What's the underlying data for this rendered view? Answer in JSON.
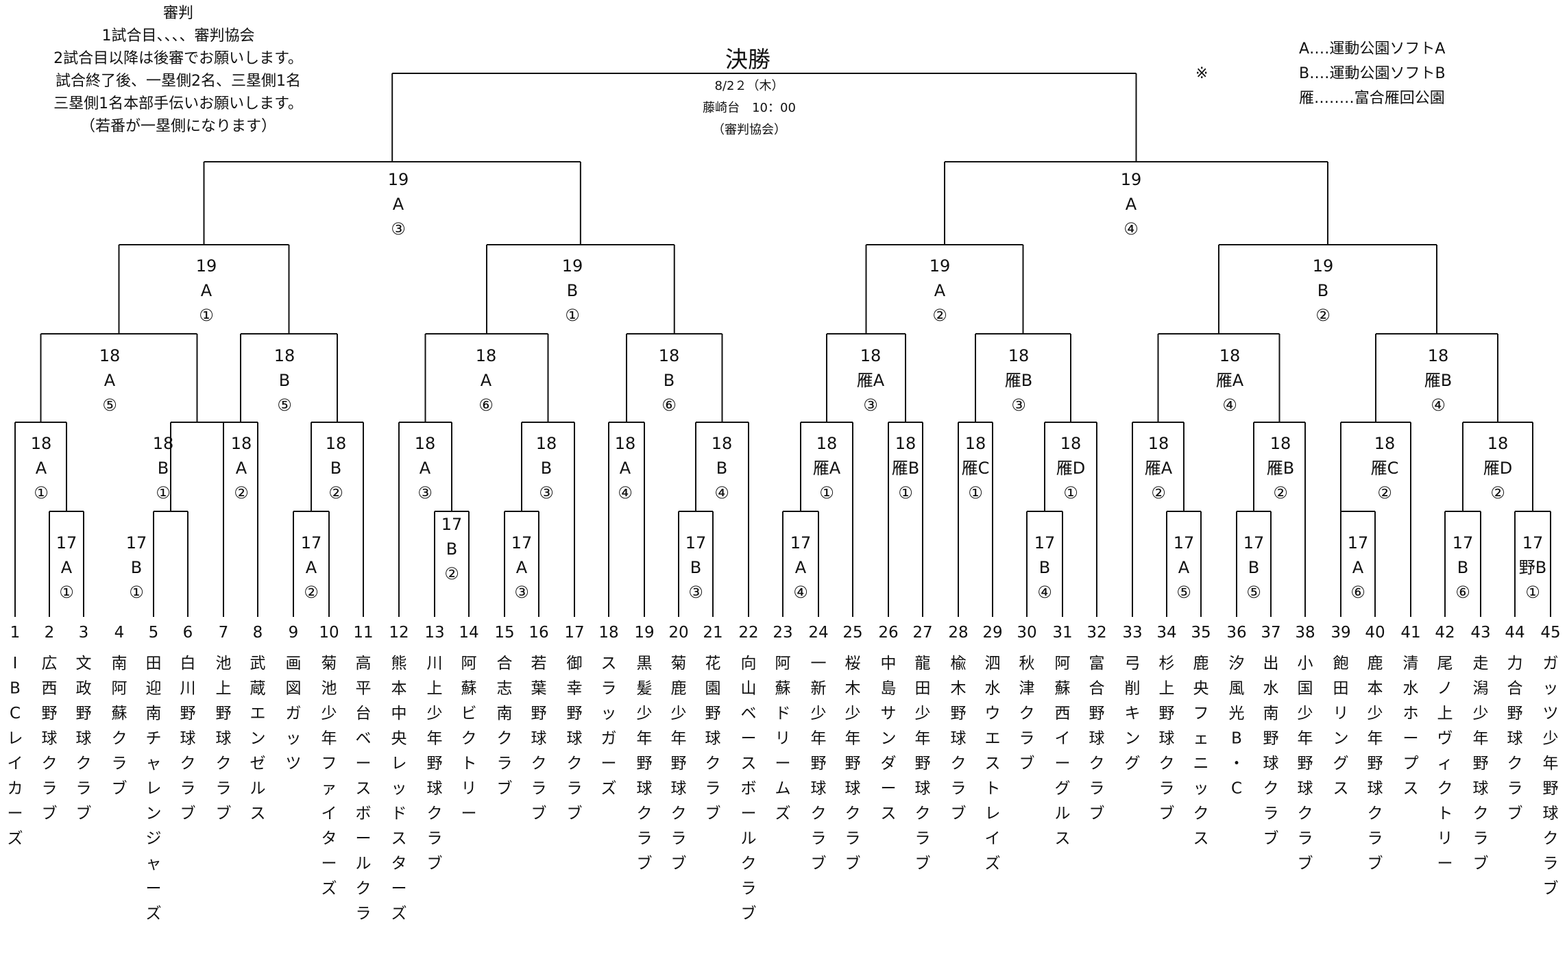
{
  "referee_note": [
    "審判",
    "1試合目、、、、審判協会",
    "2試合目以降は後審でお願いします。",
    "試合終了後、一塁側2名、三塁側1名",
    "三塁側1名本部手伝いお願いします。",
    "（若番が一塁側になります）"
  ],
  "final": {
    "title": "決勝",
    "date": "8/2２（木）",
    "venue_time": "藤崎台　10：00",
    "umpire": "（審判協会）"
  },
  "legend_mark": "※",
  "legend": [
    "A‥‥運動公園ソフトA",
    "B‥‥運動公園ソフトB",
    "雁‥‥‥‥富合雁回公園"
  ],
  "teams": [
    {
      "no": "1",
      "name": "IBCレイカーズ"
    },
    {
      "no": "2",
      "name": "広西野球クラブ"
    },
    {
      "no": "3",
      "name": "文政野球クラブ"
    },
    {
      "no": "4",
      "name": "南阿蘇クラブ"
    },
    {
      "no": "5",
      "name": "田迎南チャレンジャーズ"
    },
    {
      "no": "6",
      "name": "白川野球クラブ"
    },
    {
      "no": "7",
      "name": "池上野球クラブ"
    },
    {
      "no": "8",
      "name": "武蔵エンゼルス"
    },
    {
      "no": "9",
      "name": "画図ガッツ"
    },
    {
      "no": "10",
      "name": "菊池少年ファイターズ"
    },
    {
      "no": "11",
      "name": "高平台ベースボールクラ"
    },
    {
      "no": "12",
      "name": "熊本中央レッドスターズ"
    },
    {
      "no": "13",
      "name": "川上少年野球クラブ"
    },
    {
      "no": "14",
      "name": "阿蘇ビクトリー"
    },
    {
      "no": "15",
      "name": "合志南クラブ"
    },
    {
      "no": "16",
      "name": "若葉野球クラブ"
    },
    {
      "no": "17",
      "name": "御幸野球クラブ"
    },
    {
      "no": "18",
      "name": "スラッガーズ"
    },
    {
      "no": "19",
      "name": "黒髪少年野球クラブ"
    },
    {
      "no": "20",
      "name": "菊鹿少年野球クラブ"
    },
    {
      "no": "21",
      "name": "花園野球クラブ"
    },
    {
      "no": "22",
      "name": "向山ベースボールクラブ"
    },
    {
      "no": "23",
      "name": "阿蘇ドリームズ"
    },
    {
      "no": "24",
      "name": "一新少年野球クラブ"
    },
    {
      "no": "25",
      "name": "桜木少年野球クラブ"
    },
    {
      "no": "26",
      "name": "中島サンダース"
    },
    {
      "no": "27",
      "name": "龍田少年野球クラブ"
    },
    {
      "no": "28",
      "name": "楡木野球クラブ"
    },
    {
      "no": "29",
      "name": "泗水ウエストレイズ"
    },
    {
      "no": "30",
      "name": "秋津クラブ"
    },
    {
      "no": "31",
      "name": "阿蘇西イーグルス"
    },
    {
      "no": "32",
      "name": "富合野球クラブ"
    },
    {
      "no": "33",
      "name": "弓削キング"
    },
    {
      "no": "34",
      "name": "杉上野球クラブ"
    },
    {
      "no": "35",
      "name": "鹿央フェニックス"
    },
    {
      "no": "36",
      "name": "汐風光B・C"
    },
    {
      "no": "37",
      "name": "出水南野球クラブ"
    },
    {
      "no": "38",
      "name": "小国少年野球クラブ"
    },
    {
      "no": "39",
      "name": "飽田リングス"
    },
    {
      "no": "40",
      "name": "鹿本少年野球クラブ"
    },
    {
      "no": "41",
      "name": "清水ホープス"
    },
    {
      "no": "42",
      "name": "尾ノ上ヴィクトリー"
    },
    {
      "no": "43",
      "name": "走潟少年野球クラブ"
    },
    {
      "no": "44",
      "name": "力合野球クラブ"
    },
    {
      "no": "45",
      "name": "ガッツ少年野球クラブ"
    }
  ],
  "matches": [
    {
      "date": "17",
      "field": "A",
      "game": "①"
    },
    {
      "date": "17",
      "field": "B",
      "game": "①"
    },
    {
      "date": "17",
      "field": "A",
      "game": "②"
    },
    {
      "date": "17",
      "field": "B",
      "game": "②"
    },
    {
      "date": "17",
      "field": "A",
      "game": "③"
    },
    {
      "date": "17",
      "field": "B",
      "game": "③"
    },
    {
      "date": "17",
      "field": "A",
      "game": "④"
    },
    {
      "date": "17",
      "field": "B",
      "game": "④"
    },
    {
      "date": "17",
      "field": "A",
      "game": "⑤"
    },
    {
      "date": "17",
      "field": "B",
      "game": "⑤"
    },
    {
      "date": "17",
      "field": "A",
      "game": "⑥"
    },
    {
      "date": "17",
      "field": "B",
      "game": "⑥"
    },
    {
      "date": "17",
      "field": "野B",
      "game": "①"
    },
    {
      "date": "18",
      "field": "A",
      "game": "①"
    },
    {
      "date": "18",
      "field": "B",
      "game": "①"
    },
    {
      "date": "18",
      "field": "A",
      "game": "②"
    },
    {
      "date": "18",
      "field": "B",
      "game": "②"
    },
    {
      "date": "18",
      "field": "A",
      "game": "③"
    },
    {
      "date": "18",
      "field": "B",
      "game": "③"
    },
    {
      "date": "18",
      "field": "A",
      "game": "④"
    },
    {
      "date": "18",
      "field": "B",
      "game": "④"
    },
    {
      "date": "18",
      "field": "雁A",
      "game": "①"
    },
    {
      "date": "18",
      "field": "雁B",
      "game": "①"
    },
    {
      "date": "18",
      "field": "雁C",
      "game": "①"
    },
    {
      "date": "18",
      "field": "雁D",
      "game": "①"
    },
    {
      "date": "18",
      "field": "雁A",
      "game": "②"
    },
    {
      "date": "18",
      "field": "雁B",
      "game": "②"
    },
    {
      "date": "18",
      "field": "雁C",
      "game": "②"
    },
    {
      "date": "18",
      "field": "雁D",
      "game": "②"
    },
    {
      "date": "18",
      "field": "A",
      "game": "⑤"
    },
    {
      "date": "18",
      "field": "B",
      "game": "⑤"
    },
    {
      "date": "18",
      "field": "A",
      "game": "⑥"
    },
    {
      "date": "18",
      "field": "B",
      "game": "⑥"
    },
    {
      "date": "18",
      "field": "雁A",
      "game": "③"
    },
    {
      "date": "18",
      "field": "雁B",
      "game": "③"
    },
    {
      "date": "18",
      "field": "雁A",
      "game": "④"
    },
    {
      "date": "18",
      "field": "雁B",
      "game": "④"
    },
    {
      "date": "19",
      "field": "A",
      "game": "①"
    },
    {
      "date": "19",
      "field": "B",
      "game": "①"
    },
    {
      "date": "19",
      "field": "A",
      "game": "②"
    },
    {
      "date": "19",
      "field": "B",
      "game": "②"
    },
    {
      "date": "19",
      "field": "A",
      "game": "③"
    },
    {
      "date": "19",
      "field": "A",
      "game": "④"
    }
  ]
}
